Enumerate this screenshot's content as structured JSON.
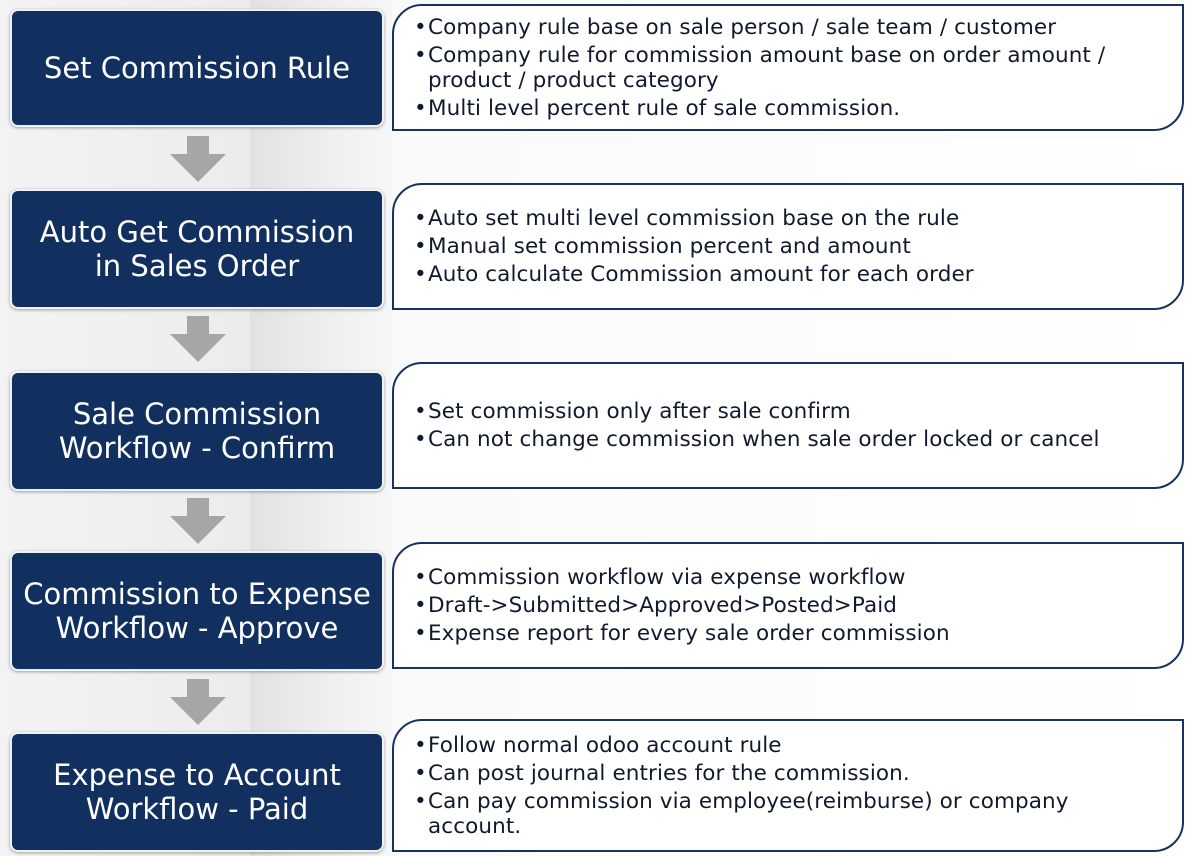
{
  "steps": [
    {
      "title": "Set Commission Rule",
      "bullets": [
        "Company rule base on sale person / sale team / customer",
        "Company rule for commission amount base on order amount / product / product category",
        "Multi level percent rule of sale commission."
      ]
    },
    {
      "title": "Auto Get Commission\nin Sales Order",
      "bullets": [
        "Auto set multi level commission base on the rule",
        "Manual set commission percent and amount",
        "Auto calculate Commission amount for each order"
      ]
    },
    {
      "title": "Sale Commission\nWorkflow - Confirm",
      "bullets": [
        "Set commission only after sale confirm",
        "Can not change commission when sale order locked or cancel"
      ]
    },
    {
      "title": "Commission to Expense\nWorkflow - Approve",
      "bullets": [
        "Commission workflow via expense workflow",
        "Draft->Submitted>Approved>Posted>Paid",
        "Expense report for every sale order commission"
      ]
    },
    {
      "title": "Expense to Account\nWorkflow - Paid",
      "bullets": [
        "Follow normal odoo account rule",
        "Can post journal entries for the commission.",
        "Can pay commission via employee(reimburse) or company account."
      ]
    }
  ],
  "bullet_glyph": "•",
  "colors": {
    "step_fill": "#11305f",
    "card_border": "#18335f",
    "arrow": "#a6a6a6"
  }
}
